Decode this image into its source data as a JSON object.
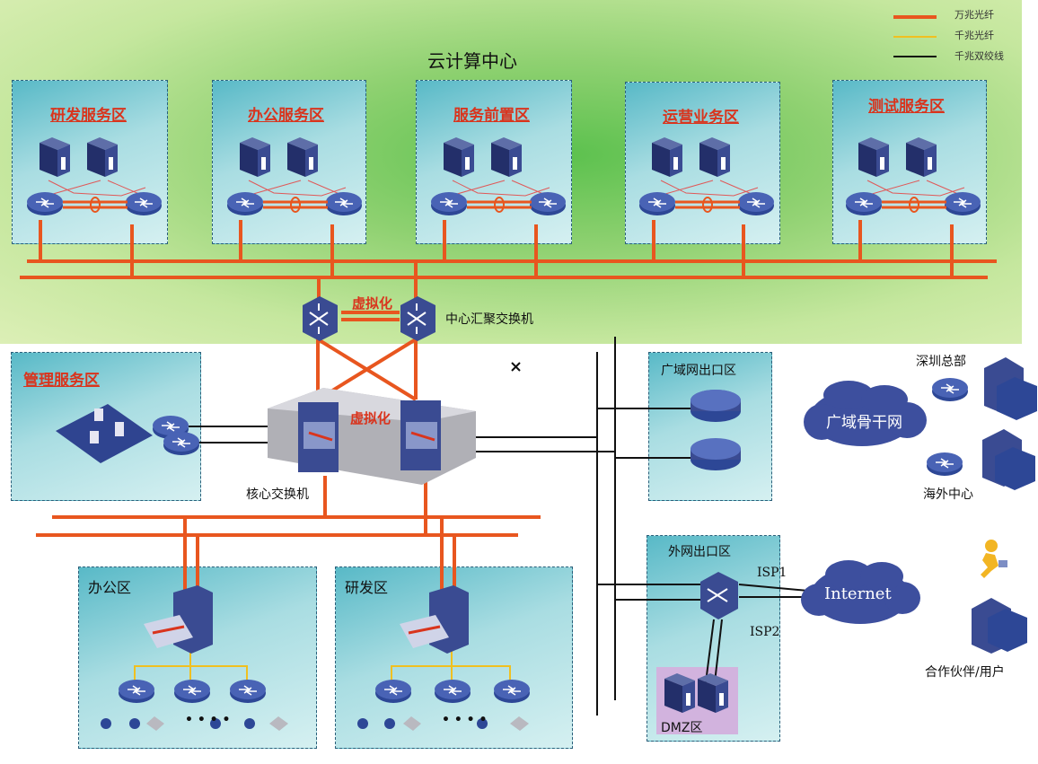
{
  "cloud_center": {
    "title": "云计算中心"
  },
  "legend": [
    {
      "label": "万兆光纤",
      "color": "#e8561f"
    },
    {
      "label": "千兆光纤",
      "color": "#f0c020"
    },
    {
      "label": "千兆双绞线",
      "color": "#111111"
    }
  ],
  "service_zones": [
    {
      "name": "研发服务区"
    },
    {
      "name": "办公服务区"
    },
    {
      "name": "服务前置区"
    },
    {
      "name": "运营业务区"
    },
    {
      "name": "测试服务区"
    }
  ],
  "virtualization_top": "虚拟化",
  "virtualization_core": "虚拟化",
  "aggregation_switch": "中心汇聚交换机",
  "management_zone": "管理服务区",
  "core_switch": "核心交换机",
  "wan_exit_zone": "广域网出口区",
  "external_exit_zone": "外网出口区",
  "dmz_zone": "DMZ区",
  "office_zone": "办公区",
  "rd_zone": "研发区",
  "wan_backbone": "广域骨干网",
  "shenzhen_hq": "深圳总部",
  "overseas_center": "海外中心",
  "internet": "Internet",
  "isp1": "ISP1",
  "isp2": "ISP2",
  "partners": "合作伙伴/用户",
  "ellipsis": "• • • •",
  "colors": {
    "fiber_10g": "#e8561f",
    "fiber_1g": "#f0c020",
    "twisted_pair": "#111111"
  }
}
